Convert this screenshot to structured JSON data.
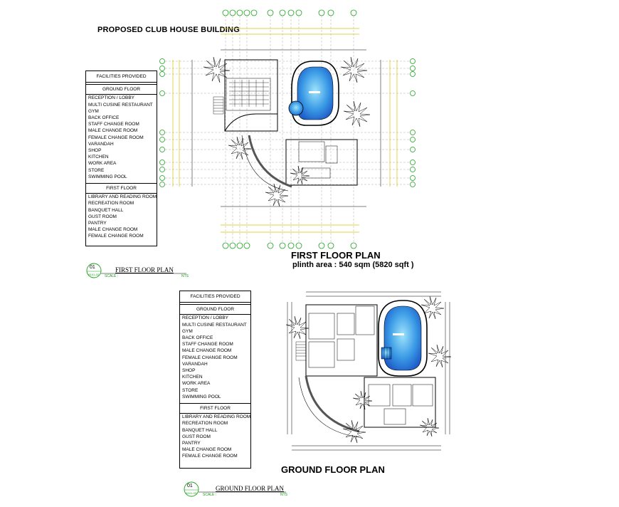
{
  "page_title": "PROPOSED CLUB HOUSE BUILDING",
  "first_floor": {
    "heading": "FIRST FLOOR PLAN",
    "plinth": "plinth area : 540 sqm (5820 sqft )",
    "tag_number": "01",
    "tag_sub": "A101-02",
    "label": "FIRST FLOOR PLAN",
    "scale_label": "SCALE :",
    "scale_value": "NTS"
  },
  "ground_floor": {
    "heading": "GROUND FLOOR PLAN",
    "tag_number": "01",
    "tag_sub": "A101-03",
    "label": "GROUND FLOOR PLAN",
    "scale_label": "SCALE :",
    "scale_value": "NTS"
  },
  "facilities": {
    "header": "FACILITIES PROVIDED",
    "ground_heading": "GROUND FLOOR",
    "ground_items": [
      "RECEPTION / LOBBY",
      "MULTI CUSINE RESTAURANT",
      "GYM",
      "BACK OFFICE",
      "STAFF CHANGE ROOM",
      "MALE CHANGE ROOM",
      "FEMALE CHANGE ROOM",
      "VARANDAH",
      "SHOP",
      "KITCHEN",
      "WORK AREA",
      "STORE",
      "SWIMMING POOL"
    ],
    "first_heading": "FIRST FLOOR",
    "first_items": [
      "LIBRARY AND READING ROOM",
      "RECREATION ROOM",
      "BANQUET HALL",
      "GUST ROOM",
      "PANTRY",
      "MALE CHANGE ROOM",
      "FEMALE CHANGE ROOM"
    ]
  },
  "colors": {
    "grid_green": "#1aa31a",
    "grid_yellow": "#d8c400",
    "pool_blue": "#2a7fd6",
    "pool_light": "#7fd3f5"
  }
}
